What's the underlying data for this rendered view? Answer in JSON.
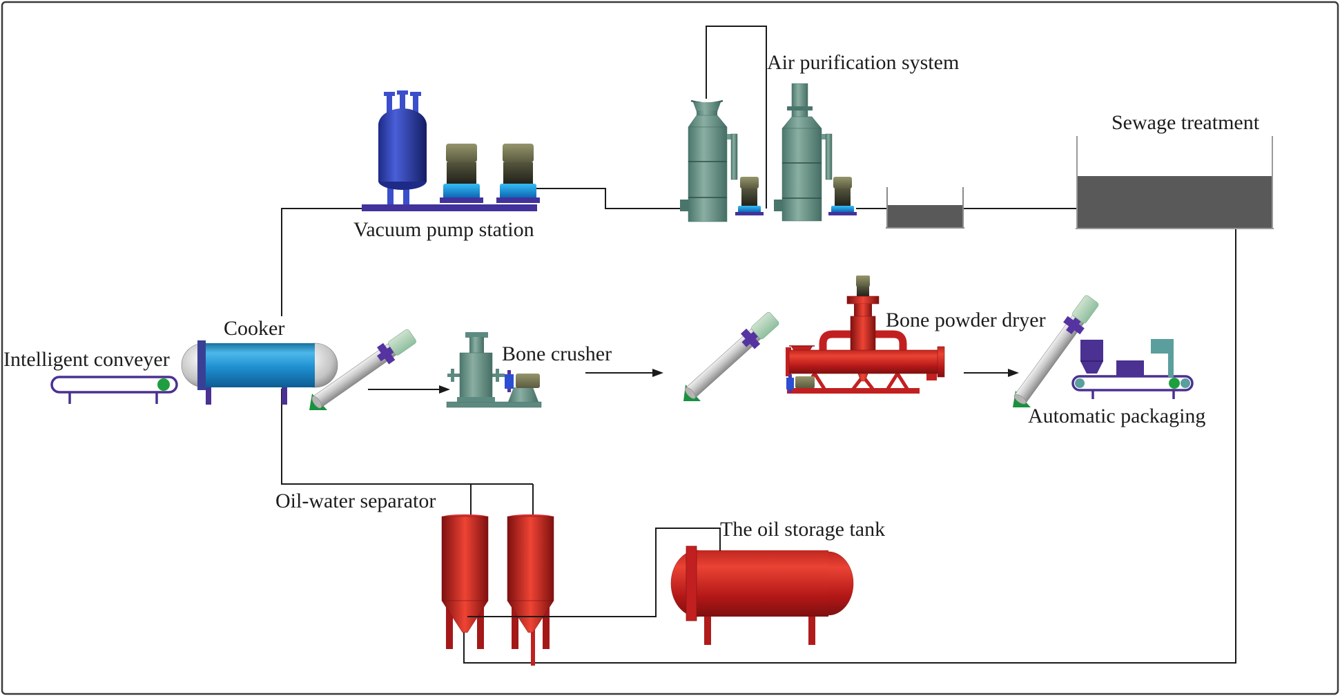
{
  "diagram": {
    "type": "process-flow-diagram",
    "subject": "Bone processing / rendering plant flow"
  },
  "labels": {
    "intelligent_conveyer": "Intelligent conveyer",
    "cooker": "Cooker",
    "vacuum_pump_station": "Vacuum pump station",
    "air_purification_system": "Air purification system",
    "sewage_treatment": "Sewage treatment",
    "bone_crusher": "Bone crusher",
    "bone_powder_dryer": "Bone powder dryer",
    "automatic_packaging": "Automatic packaging",
    "oil_water_separator": "Oil-water separator",
    "oil_storage_tank": "The oil storage tank"
  },
  "connections": [
    {
      "from": "cooker",
      "to": "vacuum_pump_station",
      "type": "pipe"
    },
    {
      "from": "vacuum_pump_station",
      "to": "air_purification_system",
      "type": "pipe"
    },
    {
      "from": "air_purification_system",
      "to": "sewage_treatment",
      "type": "pipe"
    },
    {
      "from": "cooker",
      "to": "oil_water_separator",
      "type": "pipe"
    },
    {
      "from": "oil_water_separator",
      "to": "oil_storage_tank",
      "type": "pipe"
    },
    {
      "from": "oil_water_separator",
      "to": "sewage_treatment",
      "type": "pipe"
    },
    {
      "from": "cooker",
      "to": "bone_crusher",
      "type": "arrow",
      "via": "screw-conveyor-1"
    },
    {
      "from": "bone_crusher",
      "to": "bone_powder_dryer",
      "type": "arrow",
      "via": "screw-conveyor-2"
    },
    {
      "from": "bone_powder_dryer",
      "to": "automatic_packaging",
      "type": "arrow",
      "via": "screw-conveyor-3"
    }
  ],
  "palette": {
    "line": "#1a1a1a",
    "text": "#1c1c1c",
    "cooker_blue": "#2196d6",
    "purple": "#41339b",
    "violet": "#4a3192",
    "navy_tank": "#2b3a9e",
    "teal_equipment": "#6f9a8d",
    "olive_motor": "#7c7c58",
    "red_equipment": "#c22020",
    "dark_red": "#8b1616",
    "gray_tank": "#595959",
    "green_dot": "#1f9e3f",
    "screw_cap_green": "#a8cdb2",
    "screw_gray": "#b9b9b9",
    "pump_base_blue": "#1577d4"
  }
}
